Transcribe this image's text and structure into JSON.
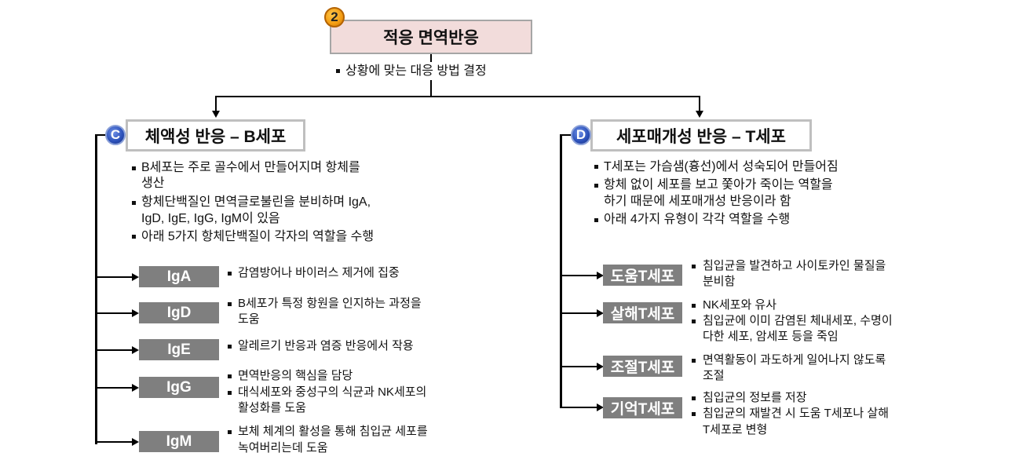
{
  "top": {
    "badge": "2",
    "title": "적응 면역반응",
    "subtitle": "상황에 맞는 대응 방법 결정"
  },
  "left": {
    "badge": "C",
    "title": "체액성 반응 – B세포",
    "bullets": [
      [
        "B세포는 주로 골수에서 만들어지며 항체를",
        "생산"
      ],
      [
        "항체단백질인 면역글로불린을 분비하며 IgA,",
        "IgD, IgE, IgG, IgM이 있음"
      ],
      [
        "아래 5가지 항체단백질이 각자의 역할을 수행"
      ]
    ],
    "items": [
      {
        "label": "IgA",
        "bullets": [
          [
            "감염방어나 바이러스 제거에 집중"
          ]
        ]
      },
      {
        "label": "IgD",
        "bullets": [
          [
            "B세포가 특정 항원을 인지하는 과정을",
            "도움"
          ]
        ]
      },
      {
        "label": "IgE",
        "bullets": [
          [
            "알레르기 반응과 염증 반응에서 작용"
          ]
        ]
      },
      {
        "label": "IgG",
        "bullets": [
          [
            "면역반응의 핵심을 담당"
          ],
          [
            "대식세포와 중성구의 식균과 NK세포의",
            "활성화를 도움"
          ]
        ]
      },
      {
        "label": "IgM",
        "bullets": [
          [
            "보체 체계의 활성을 통해 침입균 세포를",
            "녹여버리는데 도움"
          ]
        ]
      }
    ]
  },
  "right": {
    "badge": "D",
    "title": "세포매개성 반응 – T세포",
    "bullets": [
      [
        "T세포는 가슴샘(흉선)에서 성숙되어 만들어짐"
      ],
      [
        "항체 없이 세포를 보고 쫓아가 죽이는 역할을",
        "하기 때문에 세포매개성 반응이라 함"
      ],
      [
        "아래 4가지 유형이 각각 역할을 수행"
      ]
    ],
    "items": [
      {
        "label": "도움T세포",
        "bullets": [
          [
            "침입균을 발견하고 사이토카인 물질을",
            "분비함"
          ]
        ]
      },
      {
        "label": "살해T세포",
        "bullets": [
          [
            "NK세포와 유사"
          ],
          [
            "침입균에 이미 감염된 체내세포, 수명이",
            "다한 세포, 암세포 등을 죽임"
          ]
        ]
      },
      {
        "label": "조절T세포",
        "bullets": [
          [
            "면역활동이 과도하게 일어나지 않도록",
            "조절"
          ]
        ]
      },
      {
        "label": "기억T세포",
        "bullets": [
          [
            "침입균의 정보를 저장"
          ],
          [
            "침입균의 재발견 시 도움 T세포나 살해",
            "T세포로 변형"
          ]
        ]
      }
    ]
  }
}
